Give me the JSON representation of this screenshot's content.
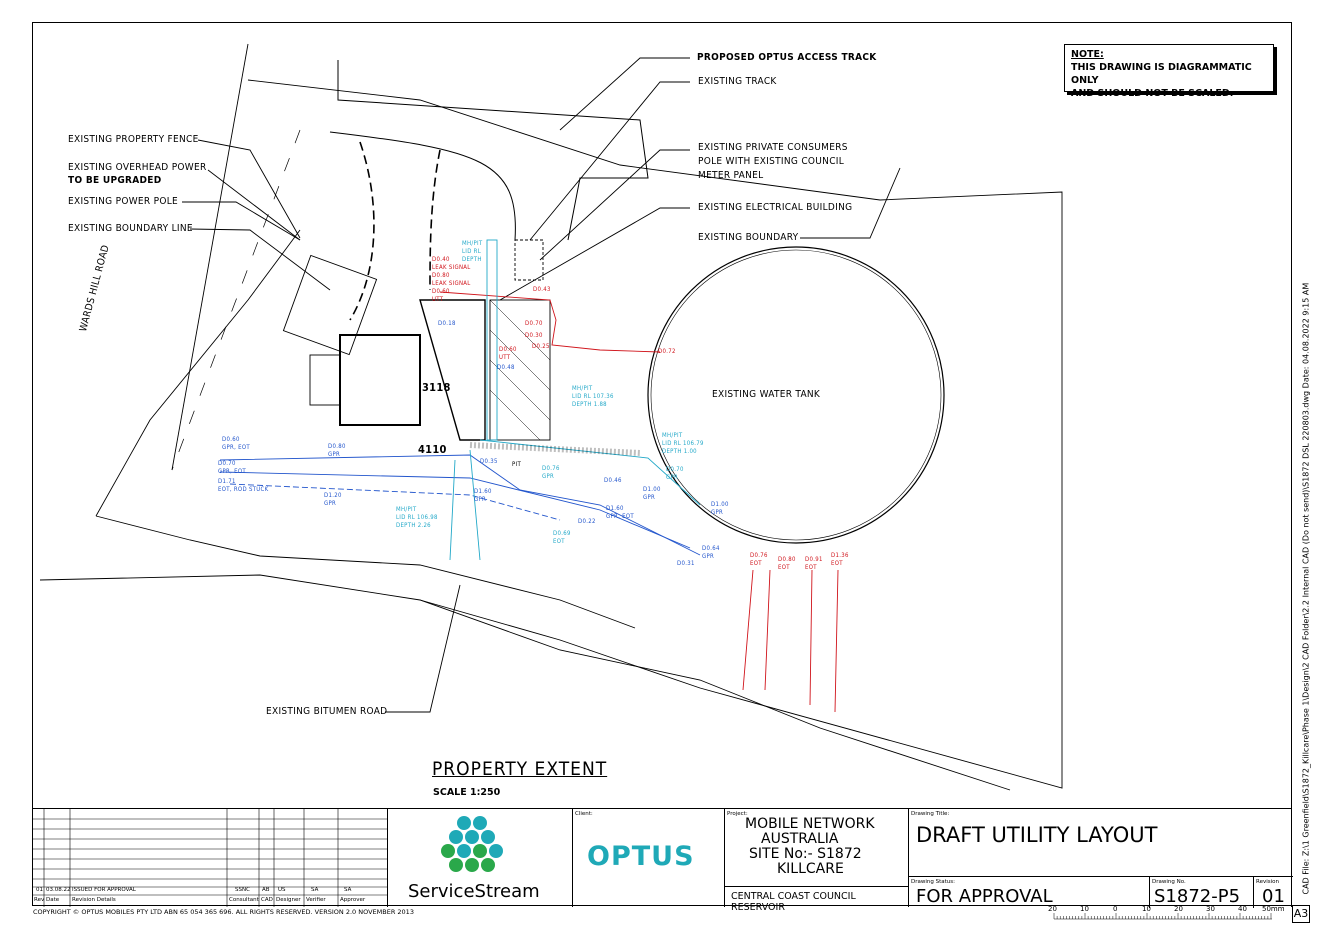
{
  "note": {
    "heading": "NOTE:",
    "line1": "THIS DRAWING IS DIAGRAMMATIC ONLY",
    "line2": "AND SHOULD NOT BE SCALED."
  },
  "callouts": {
    "access_track": "PROPOSED OPTUS ACCESS TRACK",
    "existing_track": "EXISTING TRACK",
    "private_pole_1": "EXISTING PRIVATE CONSUMERS",
    "private_pole_2": "POLE WITH EXISTING COUNCIL",
    "private_pole_3": "METER PANEL",
    "electrical_building": "EXISTING ELECTRICAL BUILDING",
    "existing_boundary": "EXISTING BOUNDARY",
    "property_fence": "EXISTING PROPERTY FENCE",
    "overhead_power": "EXISTING OVERHEAD POWER",
    "to_be_upgraded": "TO BE UPGRADED",
    "power_pole": "EXISTING POWER POLE",
    "boundary_line": "EXISTING BOUNDARY LINE",
    "water_tank": "EXISTING WATER TANK",
    "bitumen_road": "EXISTING BITUMEN ROAD",
    "wards_hill_road": "WARDS HILL ROAD"
  },
  "dimensions": {
    "d1": "3118",
    "d2": "4110"
  },
  "utility_labels": {
    "red": [
      "D0.40",
      "LEAK SIGNAL",
      "D0.80",
      "LEAK SIGNAL",
      "D0.60",
      "UTT",
      "D0.43",
      "D0.70",
      "D0.30",
      "D0.25",
      "D0.72",
      "D0.60",
      "UTT",
      "D0.76",
      "EOT",
      "D0.80",
      "EOT",
      "D0.91",
      "EOT",
      "D1.36",
      "EOT"
    ],
    "blue": [
      "D0.60",
      "GPR, EOT",
      "D0.70",
      "GPR, EOT",
      "D1.71",
      "EOT, ROD STUCK",
      "D0.80",
      "GPR",
      "D1.20",
      "GPR",
      "D1.60",
      "GPR",
      "D0.35",
      "D0.46",
      "D1.00",
      "GPR",
      "D1.60",
      "GPR, EOT",
      "D0.22",
      "D1.00",
      "GPR",
      "D0.64",
      "GPR",
      "D0.31",
      "D0.18",
      "D0.48"
    ],
    "cyan": [
      "MH/PIT",
      "LID RL",
      "DEPTH",
      "MH/PIT",
      "LID RL  107.36",
      "DEPTH  1.88",
      "MH/PIT",
      "LID RL  106.79",
      "DEPTH  1.00",
      "MH/PIT",
      "LID RL  106.98",
      "DEPTH  2.26",
      "D0.76",
      "GPR",
      "D0.69",
      "EOT",
      "D0.70",
      "GPR",
      "PIT"
    ]
  },
  "property_extent": {
    "title": "PROPERTY EXTENT",
    "scale": "SCALE 1:250"
  },
  "revisions": {
    "row": {
      "rev": "01",
      "date": "03.08.22",
      "details": "ISSUED FOR APPROVAL",
      "consultant": "SSNC",
      "cad": "AB",
      "designer": "US",
      "verifier": "SA",
      "approver": "SA"
    },
    "headers": {
      "rev": "Rev",
      "date": "Date",
      "details": "Revision Details",
      "consultant": "Consultant",
      "cad": "CAD",
      "designer": "Designer",
      "verifier": "Verifier",
      "approver": "Approver"
    }
  },
  "title_block": {
    "logo_text": "ServiceStream",
    "client_label": "Client:",
    "client": "OPTUS",
    "project_label": "Project:",
    "project_1": "MOBILE NETWORK",
    "project_2": "AUSTRALIA",
    "project_3": "SITE No:-  S1872",
    "project_4": "KILLCARE",
    "project_5": "CENTRAL COAST COUNCIL RESERVOIR",
    "drawing_title_label": "Drawing Title:",
    "drawing_title": "DRAFT UTILITY LAYOUT",
    "status_label": "Drawing Status:",
    "status": "FOR APPROVAL",
    "drawing_no_label": "Drawing No.",
    "drawing_no": "S1872-P5",
    "revision_label": "Revision",
    "revision": "01",
    "sheet": "A3"
  },
  "scale_bar": {
    "ticks": [
      "20",
      "10",
      "0",
      "10",
      "20",
      "30",
      "40",
      "50mm"
    ]
  },
  "copyright": "COPYRIGHT © OPTUS MOBILES PTY LTD  ABN 65 054 365 696. ALL RIGHTS RESERVED. VERSION 2.0 NOVEMBER 2013",
  "cad_file": "CAD File: Z:\\1 Greenfield\\S1872_Killcare\\Phase 1\\Design\\2 CAD Folder\\2.2 Internal CAD (Do not send)\\S1872 DSL 220803.dwg  Date: 04.08.2022 9:15 AM",
  "colors": {
    "red": "#d0141b",
    "blue": "#2255cc",
    "cyan": "#22a8c8",
    "brand_teal": "#1fa9b7",
    "brand_green": "#2aa84a"
  }
}
